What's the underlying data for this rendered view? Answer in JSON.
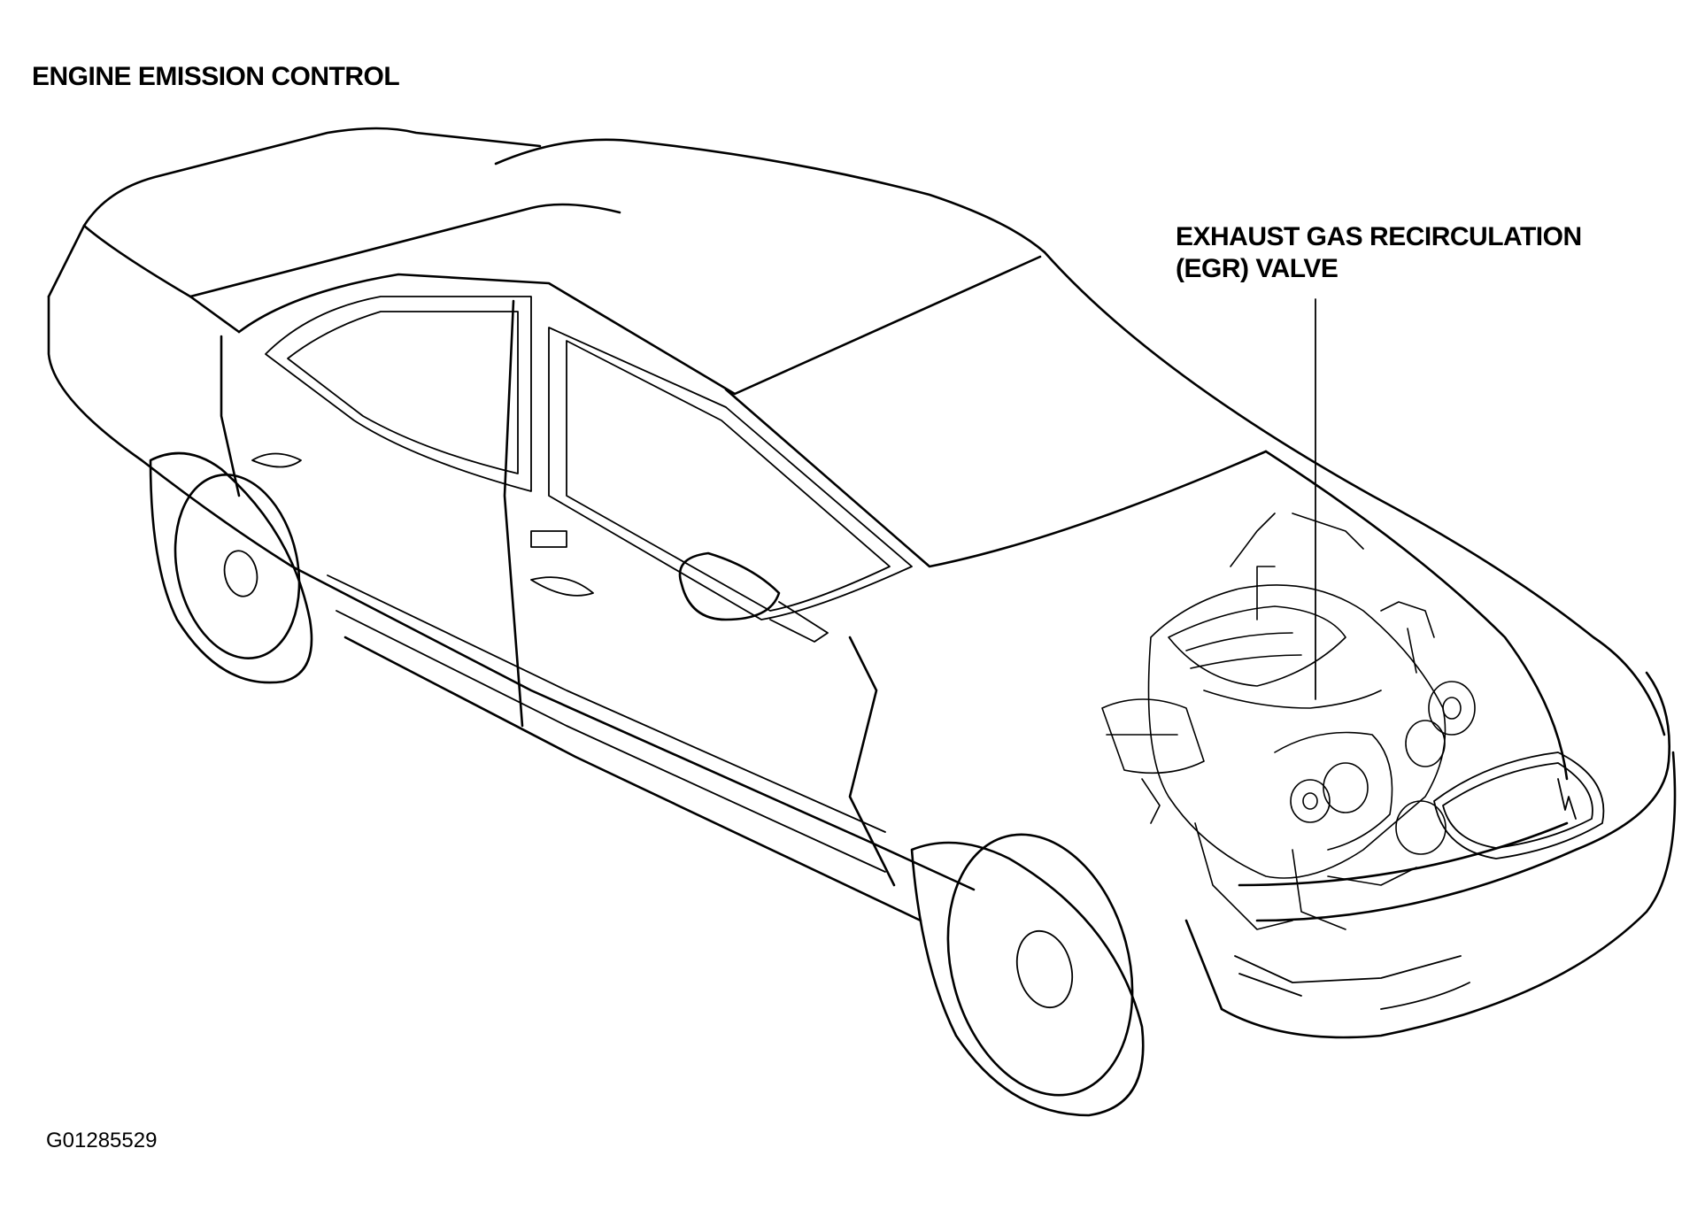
{
  "diagram": {
    "title": "ENGINE EMISSION CONTROL",
    "callout": {
      "line1": "EXHAUST GAS RECIRCULATION",
      "line2": "(EGR) VALVE"
    },
    "figure_id": "G01285529"
  }
}
